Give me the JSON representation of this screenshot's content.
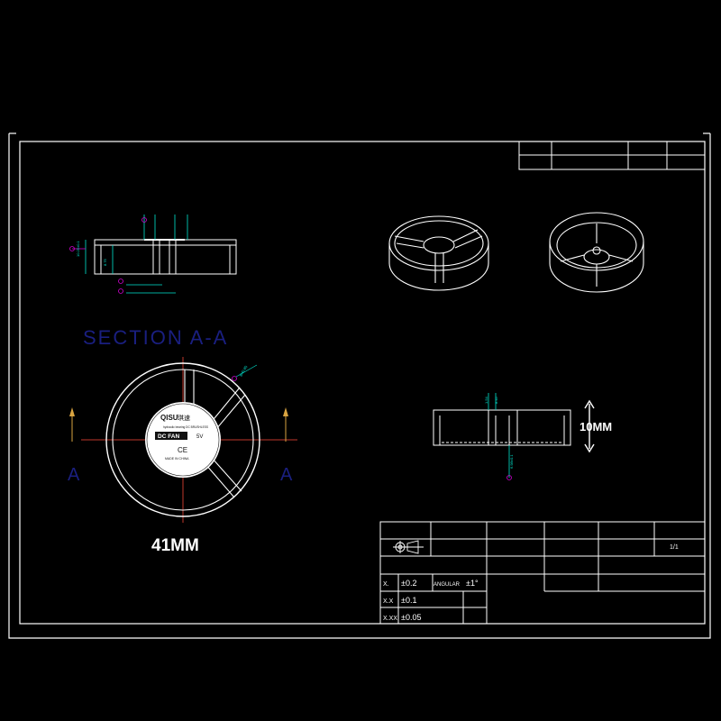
{
  "drawing": {
    "section_label": "SECTION A-A",
    "cut_marker": "A",
    "width_caption": "41MM",
    "height_caption": "10MM"
  },
  "fan_label": {
    "brand": "QISU",
    "brand_cjk": "琪速",
    "subtitle": "hydraulic bearing DC BRUSHLESS",
    "model": "DC FAN",
    "voltage": "5V",
    "mark": "CE",
    "origin": "MADE IN CHINA"
  },
  "tolerances": {
    "rows": [
      {
        "format": "X.",
        "value": "±0.2"
      },
      {
        "format": "X.X",
        "value": "±0.1"
      },
      {
        "format": "X.XX",
        "value": "±0.05"
      }
    ],
    "angular_label": "ANGULAR",
    "angular_value": "±1°"
  },
  "title_block": {
    "sheet": "1/1"
  },
  "colors": {
    "line": "#ffffff",
    "dimension": "#00e5d0",
    "leader": "#d000d0",
    "centerline": "#c0392b",
    "arrow": "#d9a441",
    "section_text": "#1a1f80"
  }
}
